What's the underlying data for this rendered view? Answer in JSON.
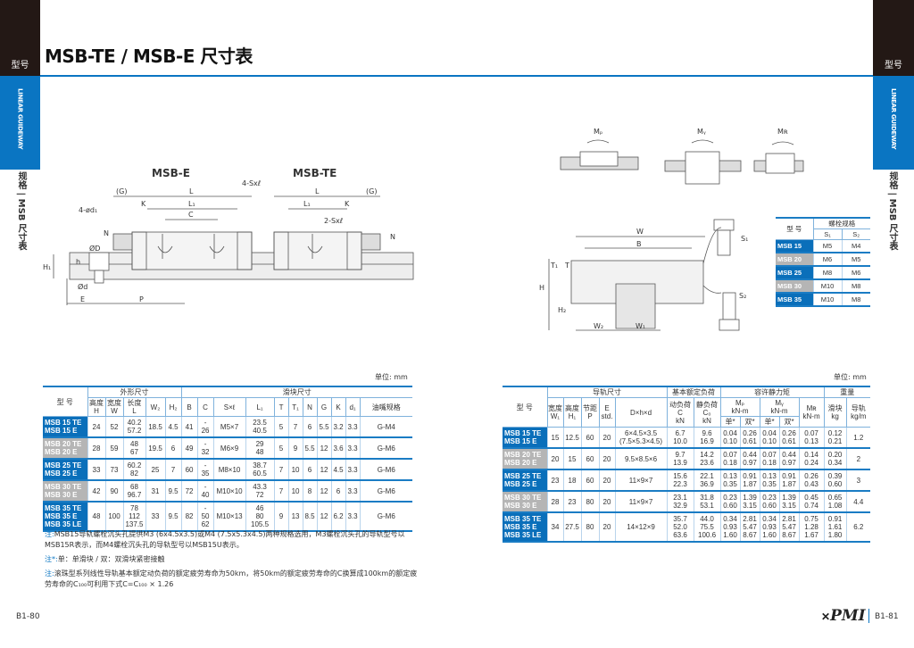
{
  "header": {
    "title": "MSB-TE / MSB-E 尺寸表",
    "tab_label": "型号",
    "side_english": "LINEAR GUIDEWAY",
    "side_chinese": "规格 | MSB 尺寸表"
  },
  "colors": {
    "accent": "#0a75c2",
    "dark_tab": "#231815",
    "model_gray": "#b5b5b5"
  },
  "diagrams": {
    "left": {
      "title_e": "MSB-E",
      "title_te": "MSB-TE",
      "G": "(G)",
      "L": "L",
      "L1": "L₁",
      "K": "K",
      "C": "C",
      "four_s": "4-Sxℓ",
      "two_s": "2-Sxℓ",
      "d1": "4-ød₁",
      "N": "N",
      "D": "ØD",
      "h": "h",
      "H1": "H₁",
      "d": "Ød",
      "E": "E",
      "P": "P"
    },
    "right": {
      "MP": "Mₚ",
      "MY": "Mᵧ",
      "MR": "Mʀ",
      "W": "W",
      "B": "B",
      "T": "T",
      "T1": "T₁",
      "H": "H",
      "H2": "H₂",
      "W2": "W₂",
      "W1": "W₁",
      "S1": "S₁",
      "S2": "S₂"
    }
  },
  "bolt_table": {
    "model_header": "型 号",
    "group_header": "螺栓规格",
    "cols": [
      "S₁",
      "S₂"
    ],
    "rows": [
      {
        "model": "MSB 15",
        "cells": [
          "M5",
          "M4"
        ]
      },
      {
        "model": "MSB 20",
        "cells": [
          "M6",
          "M5"
        ]
      },
      {
        "model": "MSB 25",
        "cells": [
          "M8",
          "M6"
        ]
      },
      {
        "model": "MSB 30",
        "cells": [
          "M10",
          "M8"
        ]
      },
      {
        "model": "MSB 35",
        "cells": [
          "M10",
          "M8"
        ]
      }
    ]
  },
  "unit_label": "单位: mm",
  "left_table": {
    "model_header": "型 号",
    "groups": [
      {
        "label": "外形尺寸",
        "span": 5
      },
      {
        "label": "滑块尺寸",
        "span": 11
      }
    ],
    "cols": [
      "高度\nH",
      "宽度\nW",
      "长度\nL",
      "W₂",
      "H₂",
      "B",
      "C",
      "S×ℓ",
      "L₁",
      "T",
      "T₁",
      "N",
      "G",
      "K",
      "d₁",
      "油嘴规格"
    ],
    "rows": [
      {
        "model": "MSB 15 TE\nMSB 15 E",
        "cells": [
          "24",
          "52",
          "40.2\n57.2",
          "18.5",
          "4.5",
          "41",
          "-\n26",
          "M5×7",
          "23.5\n40.5",
          "5",
          "7",
          "6",
          "5.5",
          "3.2",
          "3.3",
          "G-M4"
        ]
      },
      {
        "model": "MSB 20 TE\nMSB 20 E",
        "cells": [
          "28",
          "59",
          "48\n67",
          "19.5",
          "6",
          "49",
          "-\n32",
          "M6×9",
          "29\n48",
          "5",
          "9",
          "5.5",
          "12",
          "3.6",
          "3.3",
          "G-M6"
        ]
      },
      {
        "model": "MSB 25 TE\nMSB 25 E",
        "cells": [
          "33",
          "73",
          "60.2\n82",
          "25",
          "7",
          "60",
          "-\n35",
          "M8×10",
          "38.7\n60.5",
          "7",
          "10",
          "6",
          "12",
          "4.5",
          "3.3",
          "G-M6"
        ]
      },
      {
        "model": "MSB 30 TE\nMSB 30 E",
        "cells": [
          "42",
          "90",
          "68\n96.7",
          "31",
          "9.5",
          "72",
          "-\n40",
          "M10×10",
          "43.3\n72",
          "7",
          "10",
          "8",
          "12",
          "6",
          "3.3",
          "G-M6"
        ]
      },
      {
        "model": "MSB 35 TE\nMSB 35 E\nMSB 35 LE",
        "cells": [
          "48",
          "100",
          "78\n112\n137.5",
          "33",
          "9.5",
          "82",
          "-\n50\n62",
          "M10×13",
          "46\n80\n105.5",
          "9",
          "13",
          "8.5",
          "12",
          "6.2",
          "3.3",
          "G-M6"
        ]
      }
    ]
  },
  "right_table": {
    "model_header": "型 号",
    "groups": [
      "导轨尺寸",
      "基本额定负荷",
      "容许静力矩",
      "重量"
    ],
    "cols": {
      "W1": "宽度\nW₁",
      "H1": "高度\nH₁",
      "P": "节距\nP",
      "E": "E\nstd.",
      "Dhd": "D×h×d",
      "C": "动负荷\nC\nkN",
      "C0": "静负荷\nC₀\nkN",
      "MP": "Mₚ\nkN-m",
      "MY": "Mᵧ\nkN-m",
      "MR": "Mʀ\nkN-m",
      "single": "单*",
      "double": "双*",
      "block": "滑块\nkg",
      "rail": "导轨\nkg/m"
    },
    "rows": [
      {
        "model": "MSB 15 TE\nMSB 15 E",
        "cells": [
          "15",
          "12.5",
          "60",
          "20",
          "6×4.5×3.5\n(7.5×5.3×4.5)",
          "6.7\n10.0",
          "9.6\n16.9",
          "0.04\n0.10",
          "0.26\n0.61",
          "0.04\n0.10",
          "0.26\n0.61",
          "0.07\n0.13",
          "0.12\n0.21",
          "1.2"
        ]
      },
      {
        "model": "MSB 20 TE\nMSB 20 E",
        "cells": [
          "20",
          "15",
          "60",
          "20",
          "9.5×8.5×6",
          "9.7\n13.9",
          "14.2\n23.6",
          "0.07\n0.18",
          "0.44\n0.97",
          "0.07\n0.18",
          "0.44\n0.97",
          "0.14\n0.24",
          "0.20\n0.34",
          "2"
        ]
      },
      {
        "model": "MSB 25 TE\nMSB 25 E",
        "cells": [
          "23",
          "18",
          "60",
          "20",
          "11×9×7",
          "15.6\n22.3",
          "22.1\n36.9",
          "0.13\n0.35",
          "0.91\n1.87",
          "0.13\n0.35",
          "0.91\n1.87",
          "0.26\n0.43",
          "0.39\n0.60",
          "3"
        ]
      },
      {
        "model": "MSB 30 TE\nMSB 30 E",
        "cells": [
          "28",
          "23",
          "80",
          "20",
          "11×9×7",
          "23.1\n32.9",
          "31.8\n53.1",
          "0.23\n0.60",
          "1.39\n3.15",
          "0.23\n0.60",
          "1.39\n3.15",
          "0.45\n0.74",
          "0.65\n1.08",
          "4.4"
        ]
      },
      {
        "model": "MSB 35 TE\nMSB 35 E\nMSB 35 LE",
        "cells": [
          "34",
          "27.5",
          "80",
          "20",
          "14×12×9",
          "35.7\n52.0\n63.6",
          "44.0\n75.5\n100.6",
          "0.34\n0.93\n1.60",
          "2.81\n5.47\n8.67",
          "0.34\n0.93\n1.60",
          "2.81\n5.47\n8.67",
          "0.75\n1.28\n1.67",
          "0.91\n1.61\n1.80",
          "6.2"
        ]
      }
    ]
  },
  "notes": [
    {
      "mark": "注:",
      "text": "MSB15导轨螺栓沉头孔提供M3 (6x4.5x3.5)或M4 (7.5x5.3x4.5)两种规格选用，M3螺栓沉头孔的导轨型号以MSB15R表示，而M4螺栓沉头孔的导轨型号以MSB15U表示。"
    },
    {
      "mark": "注*:",
      "text": "单：单滑块 / 双：双滑块紧密接触"
    },
    {
      "mark": "注:",
      "text": "滚珠型系列线性导轨基本额定动负荷的额定疲劳寿命为50km，将50km的额定疲劳寿命的C换算成100km的额定疲劳寿命的C₁₀₀可利用下式C=C₁₀₀ × 1.26"
    }
  ],
  "footer": {
    "left_page": "B1-80",
    "right_page": "B1-81",
    "logo": "PMI"
  }
}
